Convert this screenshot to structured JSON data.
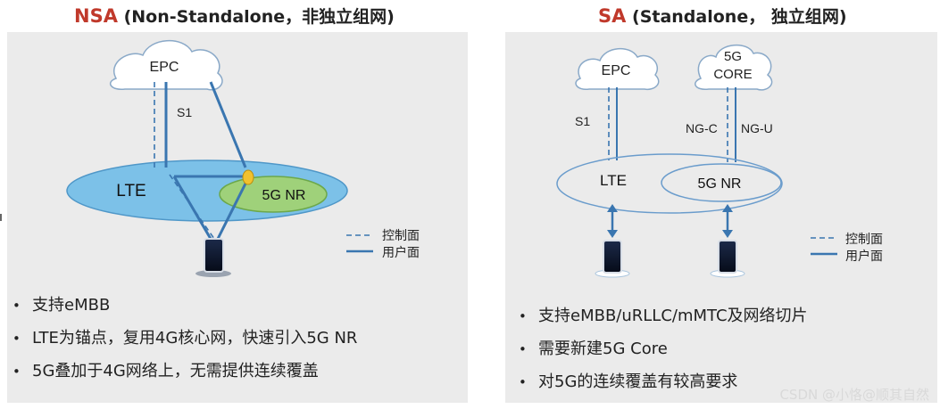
{
  "nsa": {
    "title_code": "NSA",
    "title_rest": " (Non-Standalone，非独立组网)",
    "labels": {
      "epc": "EPC",
      "s1": "S1",
      "lte": "LTE",
      "nr": "5G NR"
    },
    "legend": {
      "control": "控制面",
      "user": "用户面"
    },
    "bullets": [
      "支持eMBB",
      "LTE为锚点，复用4G核心网，快速引入5G  NR",
      "5G叠加于4G网络上，无需提供连续覆盖"
    ]
  },
  "sa": {
    "title_code": "SA",
    "title_rest": " (Standalone， 独立组网)",
    "labels": {
      "epc": "EPC",
      "core_line1": "5G",
      "core_line2": "CORE",
      "s1": "S1",
      "ngc": "NG-C",
      "ngu": "NG-U",
      "lte": "LTE",
      "nr": "5G NR"
    },
    "legend": {
      "control": "控制面",
      "user": "用户面"
    },
    "bullets": [
      "支持eMBB/uRLLC/mMTC及网络切片",
      "需要新建5G Core",
      "对5G的连续覆盖有较高要求"
    ]
  },
  "watermark": "CSDN @小恪@顺其自然",
  "colors": {
    "line_blue": "#3a76b0",
    "cloud_fill": "#ffffff",
    "cloud_stroke": "#8aa9c8",
    "lte_fill": "#7cc1e8",
    "nr_fill": "#9fd17a",
    "anchor_fill": "#f2c12e",
    "panel_bg": "#ebebeb"
  }
}
